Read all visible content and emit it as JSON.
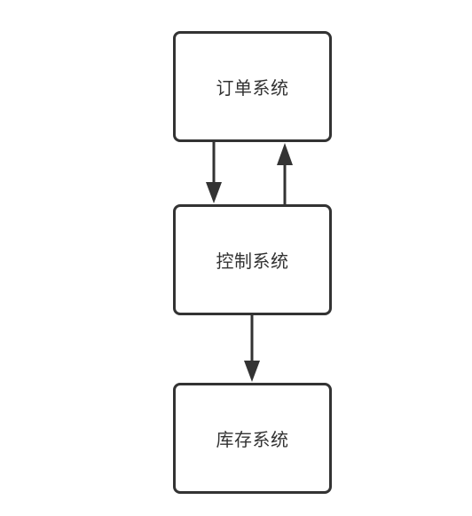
{
  "diagram": {
    "nodes": [
      {
        "id": "order",
        "label": "订单系统"
      },
      {
        "id": "control",
        "label": "控制系统"
      },
      {
        "id": "inventory",
        "label": "库存系统"
      }
    ],
    "edges": [
      {
        "from": "order",
        "to": "control"
      },
      {
        "from": "control",
        "to": "order"
      },
      {
        "from": "control",
        "to": "inventory"
      }
    ],
    "colors": {
      "stroke": "#333333",
      "text": "#333333",
      "background": "#ffffff"
    }
  }
}
